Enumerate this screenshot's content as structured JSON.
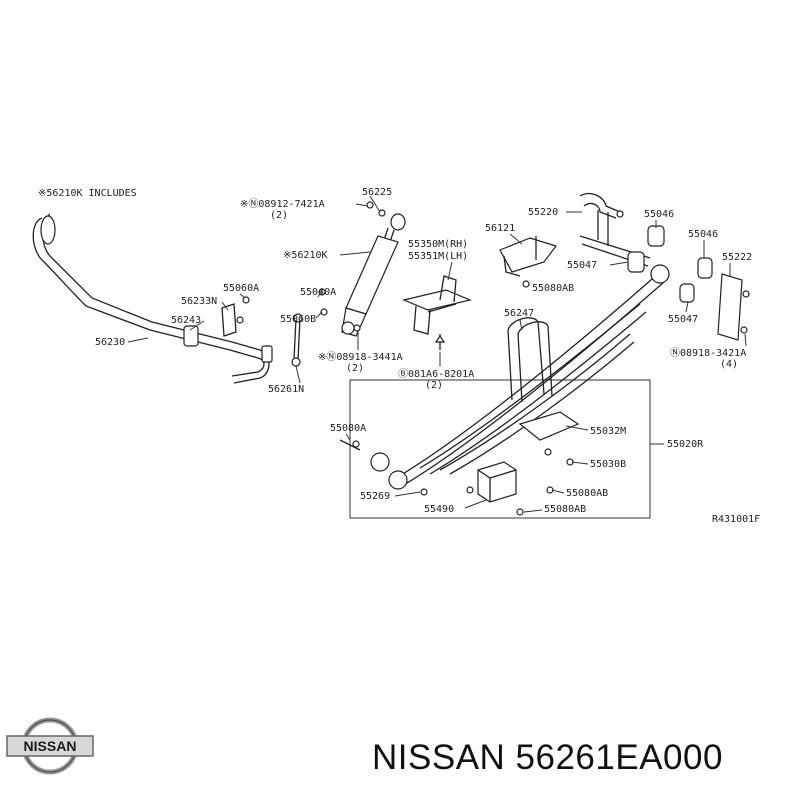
{
  "header_fragments": {
    "left": "※56210K INCLUDES",
    "top_ref": "56225"
  },
  "labels": {
    "l_56230": "56230",
    "l_56243": "56243",
    "l_56233n": "56233N",
    "l_55060a": "55060A",
    "l_56261n": "56261N",
    "l_55040a": "55040A",
    "l_55060b": "55060B",
    "l_56210k": "※56210K",
    "l_08912": "※Ⓝ08912-7421A",
    "l_08912_q": "(2)",
    "l_55350m": "55350M(RH)",
    "l_55351m": "55351M(LH)",
    "l_08918a": "※Ⓝ08918-3441A",
    "l_08918a_q": "(2)",
    "l_081a6": "Ⓑ081A6-8201A",
    "l_081a6_q": "(2)",
    "l_56121": "56121",
    "l_55220": "55220",
    "l_55046a": "55046",
    "l_55046b": "55046",
    "l_55222": "55222",
    "l_55047a": "55047",
    "l_55047b": "55047",
    "l_55080ab_1": "55080AB",
    "l_56247": "56247",
    "l_08918b": "Ⓝ08918-3421A",
    "l_08918b_q": "(4)",
    "l_55080a": "55080A",
    "l_55032m": "55032M",
    "l_55020r": "55020R",
    "l_55030b": "55030B",
    "l_55269": "55269",
    "l_55080ab_2": "55080AB",
    "l_55490": "55490",
    "l_55080ab_3": "55080AB",
    "l_ref": "R431001F"
  },
  "logo": {
    "text": "NISSAN",
    "color": "#1a1a1a"
  },
  "brand_line": "NISSAN 56261EA000"
}
